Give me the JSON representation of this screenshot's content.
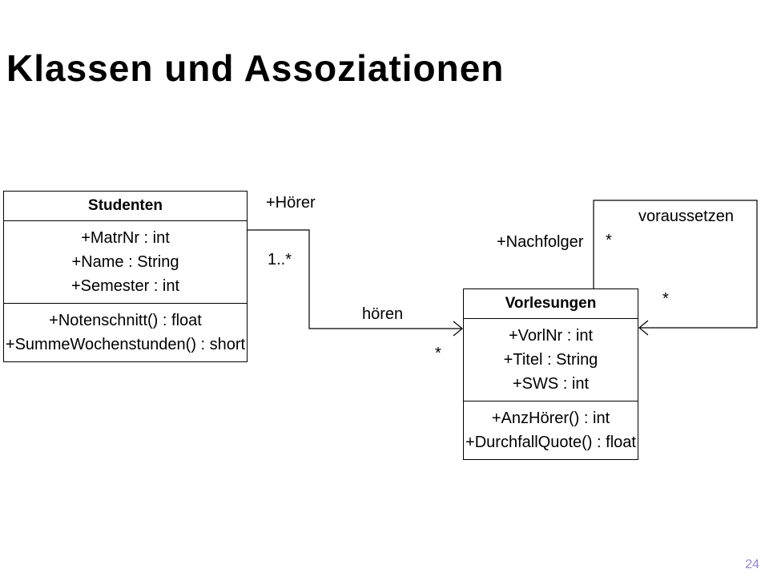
{
  "title": "Klassen und Assoziationen",
  "page_number": "24",
  "classes": {
    "studenten": {
      "name": "Studenten",
      "attributes": [
        "+MatrNr : int",
        "+Name : String",
        "+Semester : int"
      ],
      "operations": [
        "+Notenschnitt() : float",
        "+SummeWochenstunden() : short"
      ]
    },
    "vorlesungen": {
      "name": "Vorlesungen",
      "attributes": [
        "+VorlNr : int",
        "+Titel : String",
        "+SWS : int"
      ],
      "operations": [
        "+AnzHörer() : int",
        "+DurchfallQuote() : float"
      ]
    }
  },
  "associations": {
    "hoeren": {
      "name": "hören",
      "role": "+Hörer",
      "multiplicity_source": "1..*",
      "multiplicity_target": "*"
    },
    "voraussetzen": {
      "name": "voraussetzen",
      "role": "+Nachfolger",
      "multiplicity_source": "*",
      "multiplicity_target": "*"
    }
  },
  "colors": {
    "page_number": "#9a82d8",
    "lines": "#000000"
  }
}
